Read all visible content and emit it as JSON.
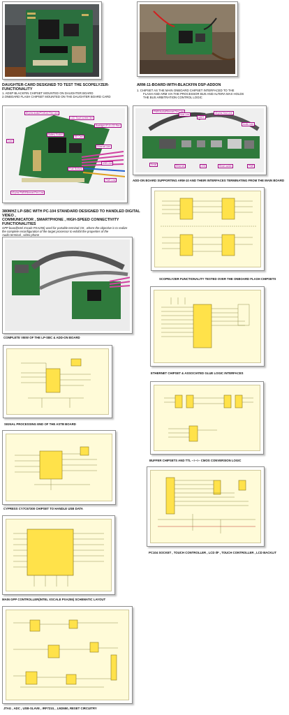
{
  "sections": {
    "daughter": {
      "title": "DAUGHTER-CARD DESIGNED TO TEST THE SCOPELYZER-FUNCTIONALITY",
      "lines": [
        "1. ADSP BLACKFIN CHIPSET MOUNTED ON DAUGHTER BOARD",
        "2.ONBOARD FLASH CHIPSET MOUNTED ON THE DAUGHTER BOARD CARD"
      ]
    },
    "arm": {
      "title": "ARM-11-BOARD-WITH-BLACKFIN DSP-ADDON",
      "lines": [
        "1.  CHIPSET AS THE MAIN ONBOARD CHIPSET INTERFACED TO THE",
        "FLASH AND ARM VIA THE PROCESSOR BUS AND ALTERA MAX HOLDS",
        "THE BUS ARBITRATION CONTROL LOGIC"
      ]
    },
    "addon": {
      "title": "ADD-ON BOARD SUPPORTING ARM-10 AND THEIR INTERFACES TERMINATING FROM THE MAIN BOARD"
    },
    "lpsbc": {
      "title": "380MHZ LP-SBC WITH PC-104 STANDARD DESIGNED TO HANDLED DIGITAL VIDEO ,",
      "title2": "COMMUNICATOR , SMARTPHONE , HIGH-SPEED CONNECTIVITY FUNCTIONALITIES",
      "lines": [
        "GPP board(Intel Xscale PXA255) used for portable terminal OS , where the objective is to realize",
        "the complete reconfiguration of the target processor to exhibit the properties of the",
        "Audio terminal , video phone"
      ]
    },
    "scopelyzer": {
      "title": "SCOPELYZER FUNCTIONALITY TESTED OVER THE ONBOARD FLASH CHIPSETS"
    },
    "complete": {
      "title": "COMPLETE VIEW OF THE LP-SBC & ADD-ON BOARD"
    },
    "ethernet": {
      "title": "ETHERNET CHIPSET & ASSOCIATED GLUE LOGIC INTERFACES"
    },
    "signal": {
      "title": "SIGNAL PROCESSING END OF THE ASTB BOARD"
    },
    "buffer": {
      "title": "BUFFER CHIPSETS AND TTL --> <-- CMOS CONVERSION LOGIC"
    },
    "cypress": {
      "title": "CYPRESS CY7C67300 CHIPSET TO HANDLE USB DATA"
    },
    "pc104": {
      "title": "PC104 SOCKET , TOUCH CONTROLLER , LCD I/F , TOUCH CONTROLLER , LCD BACKLIT"
    },
    "gpp": {
      "title": "MAIN GPP CONTROLLER(INTEL XSCALE PXA255) SCHEMATIC LAYOUT"
    },
    "jtag": {
      "title": "JTAG , ADC , USB-SLAVE , IRF7210, , LM2650, RESET CIRCUITRY"
    }
  },
  "photo_labels": {
    "board1": [
      "80 pins Audio/PCMCIA Flex Line",
      "LCD Touch screen line",
      "Backlight I/F & LCD Flex",
      "Battery Socket",
      "SD Card",
      "Ethernet Line",
      "USB Line",
      "Push Buttons",
      "PWR Line",
      "40 pins PWR/Ethernet Flex Line",
      "Card"
    ],
    "board2": [
      "PWR/Audio/Ethernet Flex Line",
      "Mod Line",
      "UART",
      "40 pins Host Line",
      "Audio Line",
      "Serial",
      "Ethernet",
      "LED",
      "Reset switch",
      "PWR"
    ]
  },
  "colors": {
    "frame_border": "#8d8d8d",
    "schematic_bg": "#fffbd8",
    "schematic_line": "#7a7a32",
    "chip_fill": "#ffe24a",
    "label_magenta": "#a00080",
    "pcb_green": "#2f7a3c"
  }
}
